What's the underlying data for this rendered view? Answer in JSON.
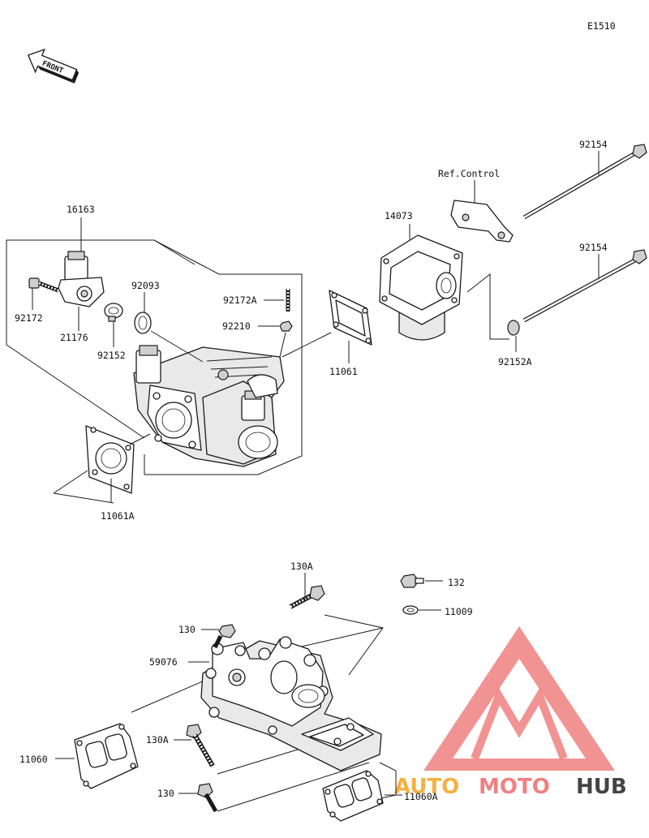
{
  "diagram_code": "E1510",
  "front_label": "FRONT",
  "ref_control": "Ref.Control",
  "parts": {
    "p16163": "16163",
    "p92172": "92172",
    "p21176": "21176",
    "p92152": "92152",
    "p92093": "92093",
    "p92172A": "92172A",
    "p92210": "92210",
    "p11061": "11061",
    "p11061A": "11061A",
    "p14073": "14073",
    "p92154a": "92154",
    "p92154b": "92154",
    "p92152A": "92152A",
    "p130A_top": "130A",
    "p132": "132",
    "p11009": "11009",
    "p130_top": "130",
    "p59076": "59076",
    "p11060": "11060",
    "p130A_bot": "130A",
    "p130_bot": "130",
    "p11060A": "11060A"
  },
  "watermark": {
    "text_auto": "AUTO",
    "text_moto": "MOTO",
    "text_hub": "HUB",
    "colors": {
      "logo": "#f08080",
      "auto": "#f5b041",
      "moto": "#f08080",
      "hub": "#444444"
    }
  }
}
